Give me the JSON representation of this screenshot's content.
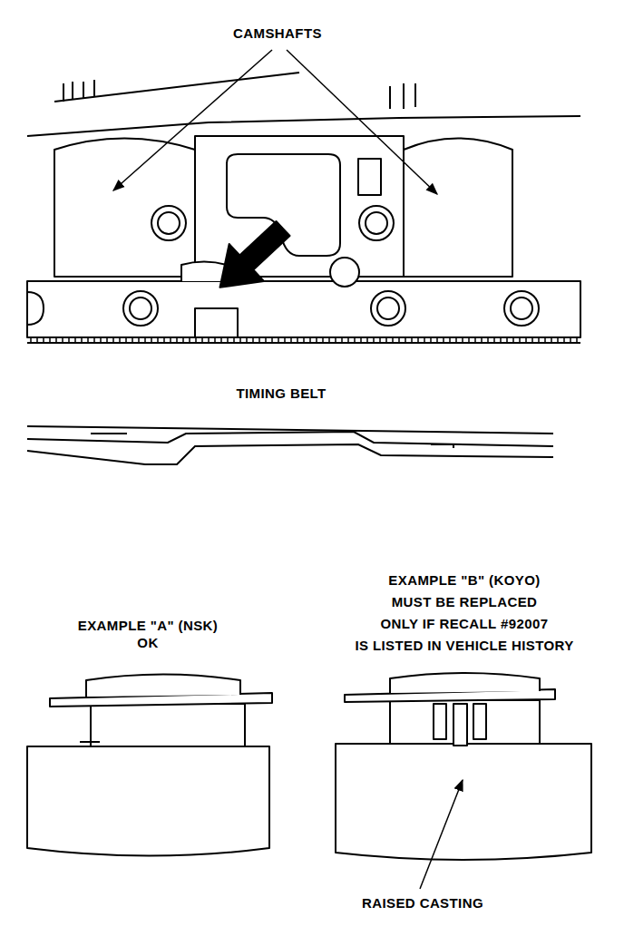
{
  "diagram": {
    "labels": [
      "CAMSHAFTS",
      "TIMING BELT",
      "EXAMPLE \"A\" (NSK) OK",
      "EXAMPLE \"B\" (KOYO) MUST BE REPLACED ONLY IF RECALL #92007 IS LISTED IN VEHICLE HISTORY",
      "RAISED CASTING"
    ]
  }
}
